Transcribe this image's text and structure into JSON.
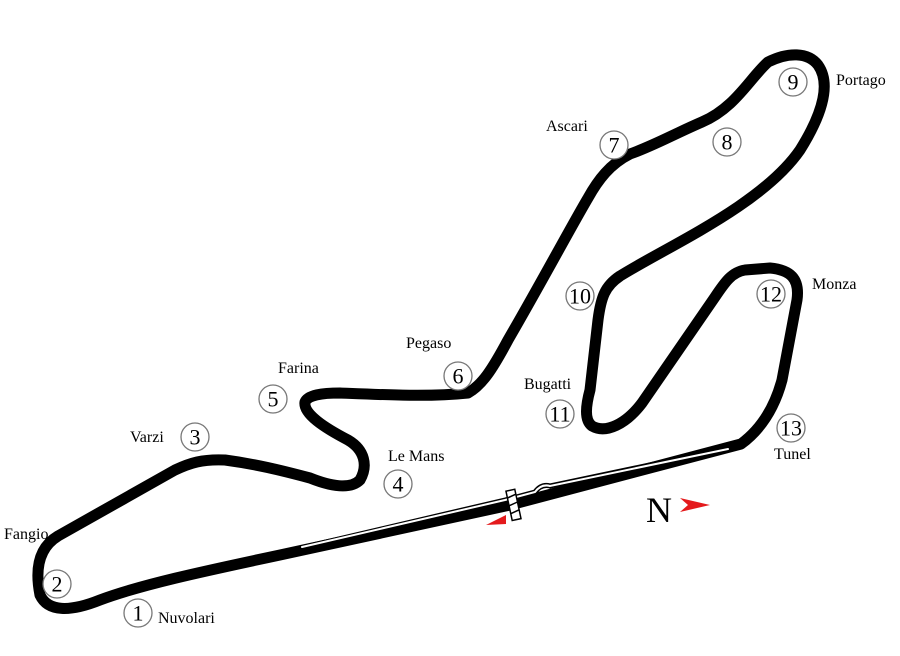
{
  "corners": [
    {
      "number": "1",
      "name": "Nuvolari"
    },
    {
      "number": "2",
      "name": "Fangio"
    },
    {
      "number": "3",
      "name": "Varzi"
    },
    {
      "number": "4",
      "name": "Le Mans"
    },
    {
      "number": "5",
      "name": "Farina"
    },
    {
      "number": "6",
      "name": "Pegaso"
    },
    {
      "number": "7",
      "name": "Ascari"
    },
    {
      "number": "8",
      "name": ""
    },
    {
      "number": "9",
      "name": "Portago"
    },
    {
      "number": "10",
      "name": ""
    },
    {
      "number": "11",
      "name": "Bugatti"
    },
    {
      "number": "12",
      "name": "Monza"
    },
    {
      "number": "13",
      "name": "Tunel"
    }
  ],
  "compass": {
    "label": "N",
    "arrow_color": "#e41a1c"
  },
  "colors": {
    "track": "#000000",
    "start_marker": "#e41a1c"
  }
}
